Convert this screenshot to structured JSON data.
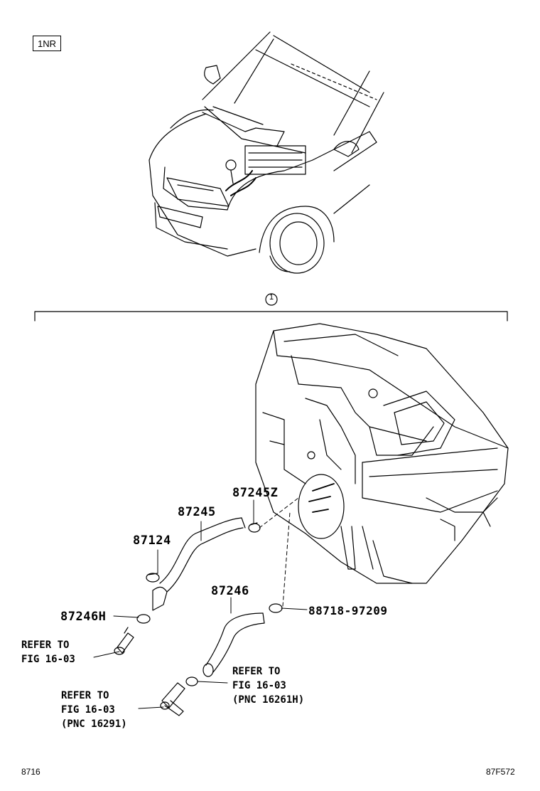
{
  "engine_code": "1NR",
  "callout_marker": "1",
  "parts": {
    "p87245Z": "87245Z",
    "p87245": "87245",
    "p87124": "87124",
    "p87246": "87246",
    "p87246H": "87246H",
    "p8871897209": "88718-97209"
  },
  "refs": {
    "ref1": {
      "line1": "REFER TO",
      "line2": "FIG 16-03"
    },
    "ref2": {
      "line1": "REFER TO",
      "line2": "FIG 16-03",
      "line3": "(PNC 16261H)"
    },
    "ref3": {
      "line1": "REFER TO",
      "line2": "FIG 16-03",
      "line3": "(PNC 16291)"
    }
  },
  "footer": {
    "left_code": "8716",
    "right_code": "87F572"
  }
}
